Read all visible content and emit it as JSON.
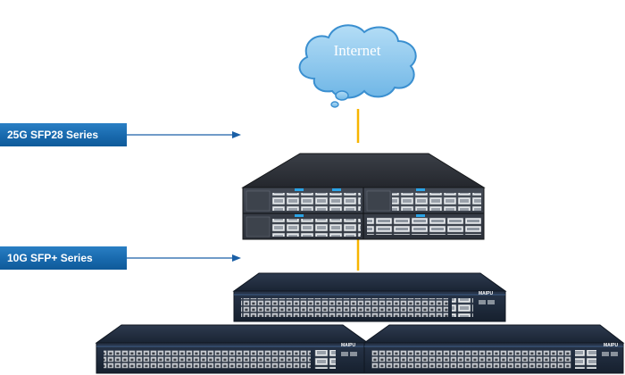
{
  "cloud": {
    "label": "Internet"
  },
  "series": [
    {
      "label": "25G SFP28  Series"
    },
    {
      "label": "10G SFP+ Series"
    }
  ],
  "brand": "MAIPU",
  "colors": {
    "cloud_fill": "#8cc8ee",
    "cloud_stroke": "#3a8fd0",
    "link_line": "#f7b500",
    "arrow": "#1a5fa6",
    "banner": "#1869ad",
    "chassis_dark": "#1e2b3d"
  }
}
